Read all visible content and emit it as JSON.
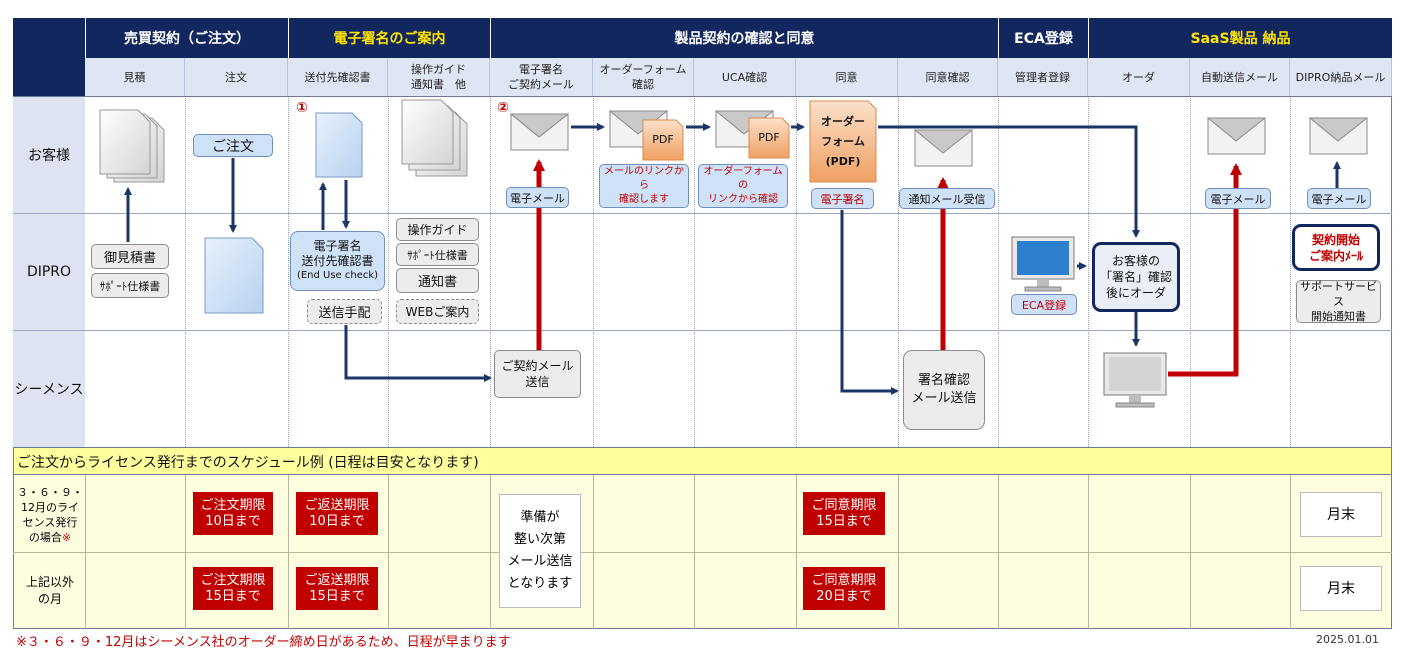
{
  "phases": [
    {
      "label": "売買契約（ご注文）",
      "highlight": false
    },
    {
      "label": "電子署名のご案内",
      "highlight": true
    },
    {
      "label": "製品契約の確認と同意",
      "highlight": false
    },
    {
      "label": "ECA登録",
      "highlight": false
    },
    {
      "label": "SaaS製品 納品",
      "highlight": true
    }
  ],
  "columns": [
    "見積",
    "注文",
    "送付先確認書",
    "操作ガイド\n通知書　他",
    "電子署名\nご契約メール",
    "オーダーフォーム\n確認",
    "UCA確認",
    "同意",
    "同意確認",
    "管理者登録",
    "オーダ",
    "自動送信メール",
    "DIPRO納品メール"
  ],
  "rows": [
    "お客様",
    "DIPRO",
    "シーメンス"
  ],
  "steps": {
    "s1": "①",
    "s2": "②"
  },
  "nodes": {
    "order": "ご注文",
    "mitsumori": "御見積書",
    "support_spec1": "ｻﾎﾟｰﾄ仕様書",
    "esign_confirm": "電子署名\n送付先確認書",
    "end_use": "(End Use check)",
    "send_arrange": "送信手配",
    "guide": "操作ガイド",
    "support_spec2": "ｻﾎﾟｰﾄ仕様書",
    "notice": "通知書",
    "web_info": "WEBご案内",
    "email1": "電子メール",
    "link_check": "メールのリンクから\n確認します",
    "pdf1": "PDF",
    "pdf2": "PDF",
    "form_link": "オーダーフォームの\nリンクから確認",
    "order_form": "オーダー\nフォーム\n(PDF)",
    "esign_label": "電子署名",
    "notify_recv": "通知メール受信",
    "contract_mail": "ご契約メール\n送信",
    "sign_confirm": "署名確認\nメール送信",
    "eca_reg": "ECA登録",
    "after_sign": "お客様の\n「署名」確認\n後にオーダ",
    "email2": "電子メール",
    "email3": "電子メール",
    "contract_start": "契約開始\nご案内ﾒｰﾙ",
    "support_start": "サポートサービス\n開始通知書"
  },
  "schedule": {
    "title": "ご注文からライセンス発行までのスケジュール例 (日程は目安となります)",
    "row1_label": "３・６・９・\n12月のライ\nセンス発行\nの場合",
    "row1_mark": "※",
    "row2_label": "上記以外\nの月",
    "order_deadline_1": "ご注文期限\n10日まで",
    "return_deadline_1": "ご返送期限\n10日まで",
    "agree_deadline_1": "ご同意期限\n15日まで",
    "order_deadline_2": "ご注文期限\n15日まで",
    "return_deadline_2": "ご返送期限\n15日まで",
    "agree_deadline_2": "ご同意期限\n20日まで",
    "prep_note": "準備が\n整い次第\nメール送信\nとなります",
    "month_end_1": "月末",
    "month_end_2": "月末"
  },
  "footer": {
    "note": "※３・６・９・12月はシーメンス社のオーダー締め日があるため、日程が早まります",
    "date": "2025.01.01"
  },
  "colors": {
    "navy": "#12275e",
    "gold": "#ffe400",
    "red": "#c00000",
    "yellow": "#fffde0",
    "blue_row": "#dde3f1"
  }
}
